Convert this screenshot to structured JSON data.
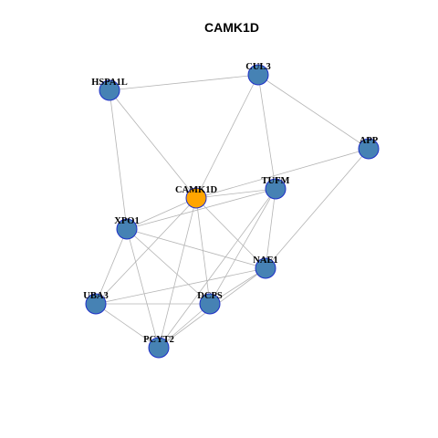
{
  "title": "CAMK1D",
  "colors": {
    "focus_node_fill": "#FFA500",
    "node_fill": "#4682B4",
    "node_stroke": "#1E2FC8",
    "edge": "#B4B4B4"
  },
  "nodes": [
    {
      "id": "CAMK1D",
      "label": "CAMK1D",
      "focus": true
    },
    {
      "id": "CUL3",
      "label": "CUL3",
      "focus": false
    },
    {
      "id": "HSPA1L",
      "label": "HSPA1L",
      "focus": false
    },
    {
      "id": "APP",
      "label": "APP",
      "focus": false
    },
    {
      "id": "TUFM",
      "label": "TUFM",
      "focus": false
    },
    {
      "id": "XPO1",
      "label": "XPO1",
      "focus": false
    },
    {
      "id": "NAE1",
      "label": "NAE1",
      "focus": false
    },
    {
      "id": "UBA3",
      "label": "UBA3",
      "focus": false
    },
    {
      "id": "DCPS",
      "label": "DCPS",
      "focus": false
    },
    {
      "id": "PCYT2",
      "label": "PCYT2",
      "focus": false
    }
  ],
  "edges": [
    [
      "HSPA1L",
      "CUL3"
    ],
    [
      "HSPA1L",
      "CAMK1D"
    ],
    [
      "HSPA1L",
      "XPO1"
    ],
    [
      "CUL3",
      "CAMK1D"
    ],
    [
      "CUL3",
      "APP"
    ],
    [
      "CUL3",
      "TUFM"
    ],
    [
      "APP",
      "CAMK1D"
    ],
    [
      "APP",
      "NAE1"
    ],
    [
      "CAMK1D",
      "TUFM"
    ],
    [
      "CAMK1D",
      "XPO1"
    ],
    [
      "CAMK1D",
      "NAE1"
    ],
    [
      "CAMK1D",
      "UBA3"
    ],
    [
      "CAMK1D",
      "DCPS"
    ],
    [
      "CAMK1D",
      "PCYT2"
    ],
    [
      "XPO1",
      "TUFM"
    ],
    [
      "XPO1",
      "NAE1"
    ],
    [
      "XPO1",
      "UBA3"
    ],
    [
      "XPO1",
      "DCPS"
    ],
    [
      "XPO1",
      "PCYT2"
    ],
    [
      "TUFM",
      "NAE1"
    ],
    [
      "TUFM",
      "DCPS"
    ],
    [
      "TUFM",
      "PCYT2"
    ],
    [
      "NAE1",
      "UBA3"
    ],
    [
      "NAE1",
      "DCPS"
    ],
    [
      "NAE1",
      "PCYT2"
    ],
    [
      "UBA3",
      "DCPS"
    ],
    [
      "UBA3",
      "PCYT2"
    ],
    [
      "DCPS",
      "PCYT2"
    ]
  ]
}
